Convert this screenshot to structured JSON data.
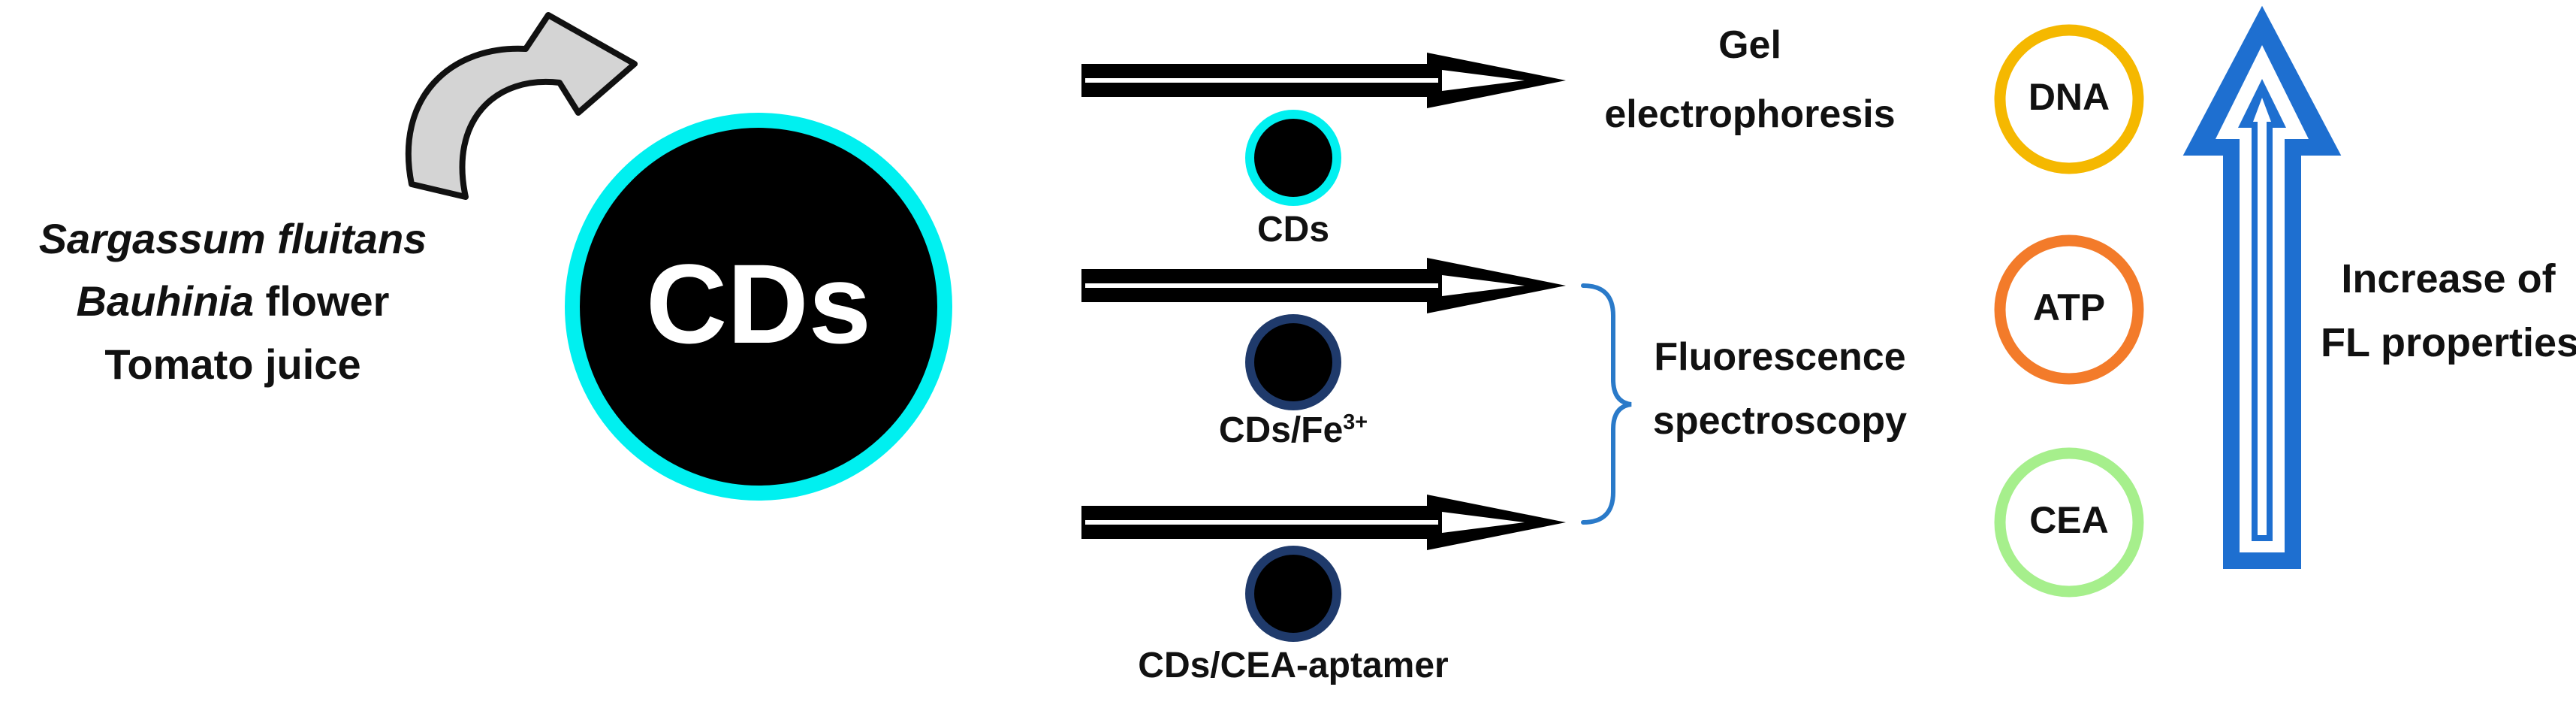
{
  "sources": {
    "line1": "Sargassum fluitans",
    "line2_italic": "Bauhinia",
    "line2_rest": " flower",
    "line3": "Tomato juice"
  },
  "center_particle": {
    "label": "CDs"
  },
  "rows": [
    {
      "label": "CDs"
    },
    {
      "label_base": "CDs/Fe",
      "label_sup": "3+"
    },
    {
      "label": "CDs/CEA-aptamer"
    }
  ],
  "methods": {
    "gel_line1": "Gel",
    "gel_line2": "electrophoresis",
    "fluor_line1": "Fluorescence",
    "fluor_line2": "spectroscopy"
  },
  "targets": [
    {
      "label": "DNA",
      "color": "#f5b800"
    },
    {
      "label": "ATP",
      "color": "#f37b2a"
    },
    {
      "label": "CEA",
      "color": "#a6ef8c"
    }
  ],
  "trend": {
    "line1": "Increase of",
    "line2": "FL properties",
    "arrow_color": "#1e6fd0"
  },
  "colors": {
    "cd_shell": "#00f0f0",
    "complex_shell": "#1f3a6b",
    "brace": "#2a7ac9"
  }
}
